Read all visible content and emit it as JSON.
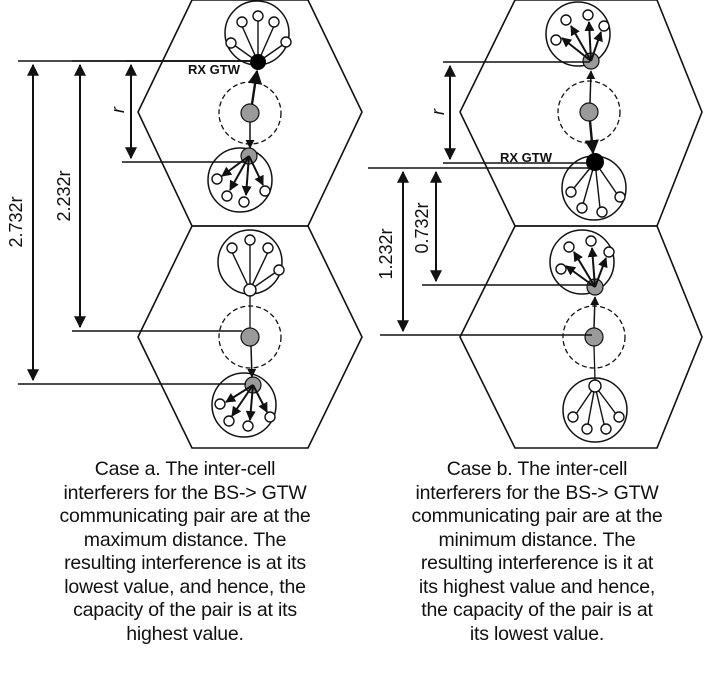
{
  "panels": {
    "a": {
      "gateway_label": "RX GTW",
      "dims": [
        "2.732r",
        "2.232r",
        "r"
      ],
      "caption": [
        "Case a. The inter-cell",
        "interferers for the BS-> GTW",
        "communicating pair are at the",
        "maximum distance. The",
        "resulting interference is at its",
        "lowest value, and hence, the",
        "capacity of the pair is at its",
        "highest value."
      ]
    },
    "b": {
      "gateway_label": "RX GTW",
      "dims": [
        "r",
        "1.232r",
        "0.732r"
      ],
      "caption": [
        "Case b. The inter-cell",
        "interferers for the BS-> GTW",
        "communicating pair are at the",
        "minimum distance. The",
        "resulting interference is it at",
        "its highest value  and hence,",
        "the capacity of the pair is at",
        "its lowest value."
      ]
    }
  },
  "colors": {
    "line": "#111111",
    "node_gray": "#9a9a9a",
    "gateway": "#000000",
    "user": "#ffffff"
  }
}
